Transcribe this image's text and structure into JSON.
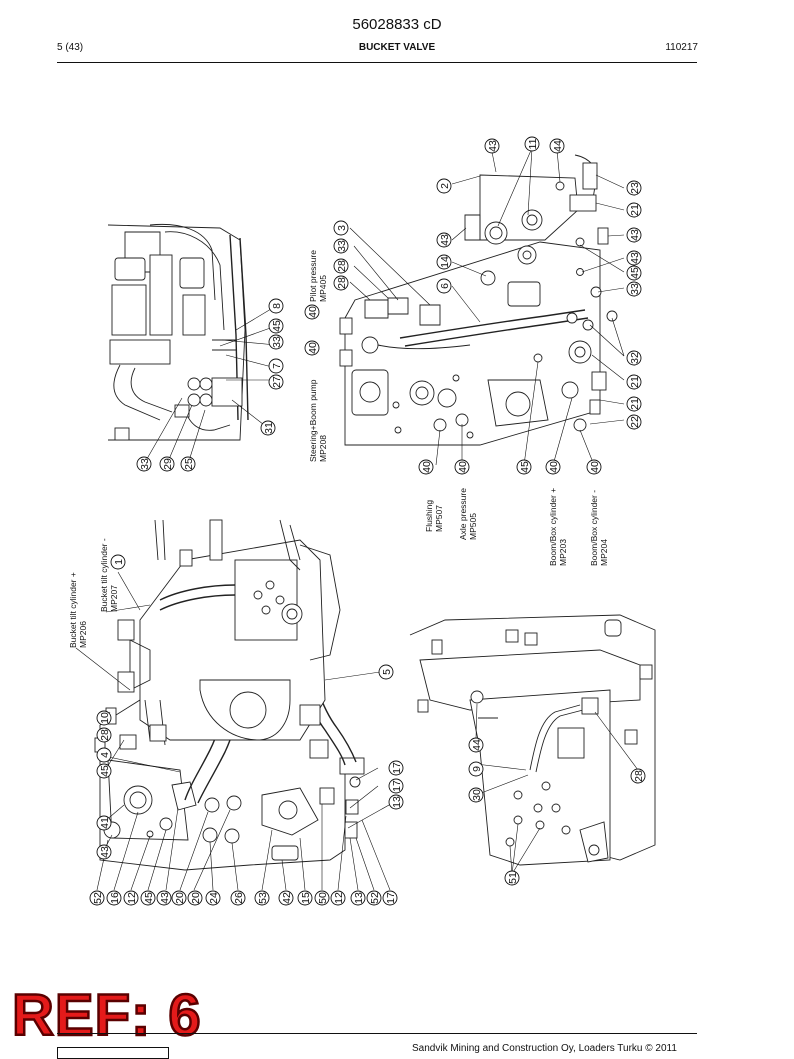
{
  "header": {
    "doc_number": "56028833 cD",
    "page": "5 (43)",
    "title": "BUCKET VALVE",
    "date": "110217"
  },
  "footer": {
    "copyright": "Sandvik Mining and Construction Oy, Loaders Turku © 2011"
  },
  "stamp": "REF: 6",
  "measuring_points": [
    {
      "id": "mp206",
      "text": "Bucket tilt cylinder +\nMP206"
    },
    {
      "id": "mp207",
      "text": "Bucket tilt cylinder -\nMP207"
    },
    {
      "id": "mp405",
      "text": "Pilot pressure\nMP405"
    },
    {
      "id": "mp208",
      "text": "Steering+Boom pump\nMP208"
    },
    {
      "id": "mp507",
      "text": "Flushing\nMP507"
    },
    {
      "id": "mp505",
      "text": "Axle pressure\nMP505"
    },
    {
      "id": "mp203",
      "text": "Boom/Box cylinder +\nMP203"
    },
    {
      "id": "mp204",
      "text": "Boom/Box cylinder -\nMP204"
    }
  ],
  "callouts": {
    "top_left": [
      "33",
      "29",
      "25",
      "31",
      "27",
      "7",
      "33",
      "45",
      "8"
    ],
    "top_right": [
      "43",
      "11",
      "44",
      "2",
      "23",
      "21",
      "3",
      "43",
      "33",
      "28",
      "28",
      "14",
      "6",
      "40",
      "40",
      "43",
      "43",
      "45",
      "33",
      "32",
      "21",
      "21",
      "22",
      "40",
      "40",
      "45",
      "40",
      "40"
    ],
    "left_view": [
      "1",
      "28",
      "10",
      "4",
      "45",
      "41",
      "43",
      "5",
      "17",
      "17",
      "13"
    ],
    "bottom_row": [
      "52",
      "16",
      "12",
      "45",
      "43",
      "20",
      "20",
      "24",
      "26",
      "53",
      "42",
      "15",
      "50",
      "12",
      "13",
      "52",
      "17"
    ],
    "right_view": [
      "44",
      "9",
      "30",
      "51",
      "28"
    ]
  }
}
